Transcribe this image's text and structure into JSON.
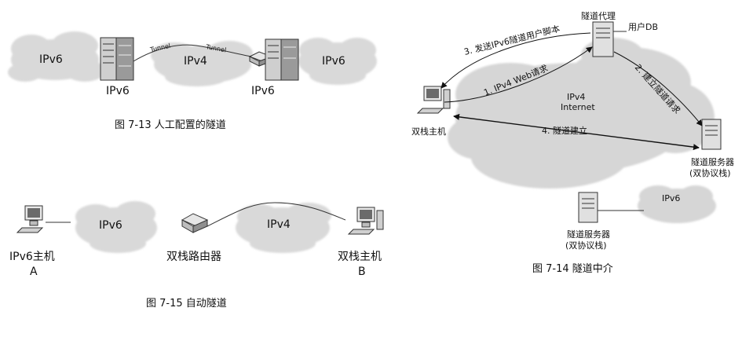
{
  "fig13": {
    "left_cloud": "IPv6",
    "middle_cloud": "IPv4",
    "right_cloud": "IPv6",
    "left_router": "IPv6",
    "right_router": "IPv6",
    "tunnel_label_1": "Tunnel",
    "tunnel_label_2": "Tunnel",
    "caption": "图 7-13   人工配置的隧道"
  },
  "fig15": {
    "host_a_line1": "IPv6主机",
    "host_a_line2": "A",
    "cloud_ipv6": "IPv6",
    "cloud_ipv4": "IPv4",
    "router": "双栈路由器",
    "host_b_line1": "双栈主机",
    "host_b_line2": "B",
    "caption": "图 7-15    自动隧道"
  },
  "fig14": {
    "tunnel_broker": "隧道代理",
    "user_db": "用户DB",
    "dual_host": "双栈主机",
    "internet_line1": "IPv4",
    "internet_line2": "Internet",
    "step1": "1. IPv4 Web请求",
    "step2": "2. 建立隧道请求",
    "step3": "3. 发送IPv6隧道用户脚本",
    "step4": "4. 隧道建立",
    "tunnel_server_right_line1": "隧道服务器",
    "tunnel_server_right_line2": "(双协议栈)",
    "tunnel_server_bottom_line1": "隧道服务器",
    "tunnel_server_bottom_line2": "(双协议栈)",
    "ipv6_cloud": "IPv6",
    "caption": "图 7-14    隧道中介"
  }
}
